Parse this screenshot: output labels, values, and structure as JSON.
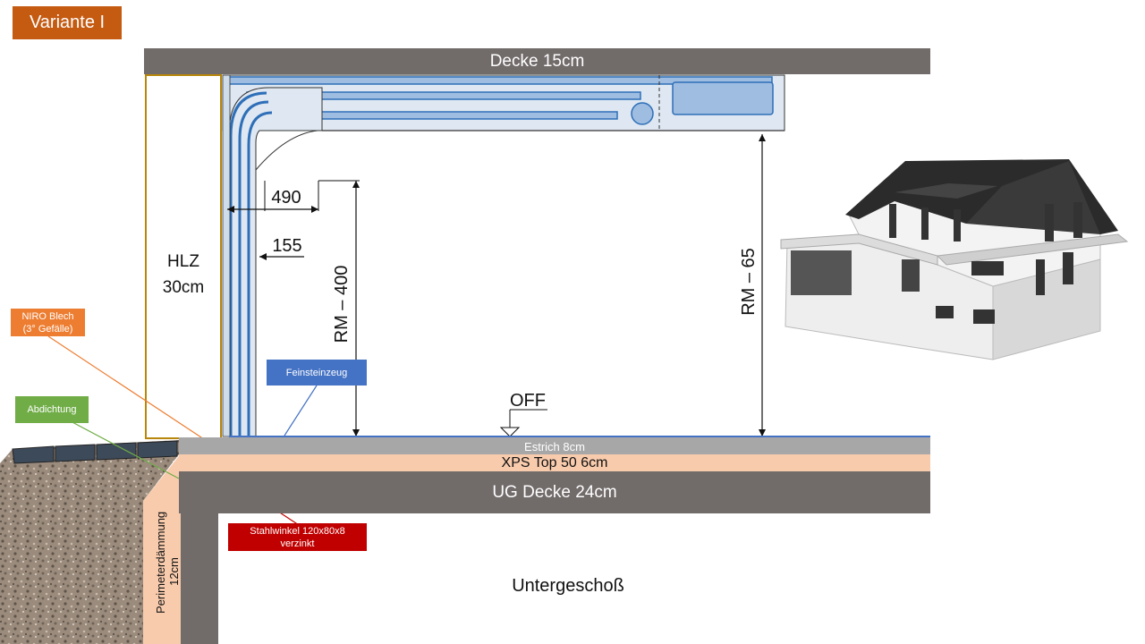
{
  "variant_label": "Variante I",
  "ceiling_label": "Decke 15cm",
  "wall": {
    "line1": "HLZ",
    "line2": "30cm"
  },
  "door_dims": {
    "d490": "490",
    "d155": "155",
    "rm400": "RM – 400",
    "rm65": "RM – 65",
    "off": "OFF"
  },
  "floor_layers": {
    "estrich": "Estrich 8cm",
    "xps": "XPS Top 50 6cm",
    "ug_decke": "UG Decke 24cm"
  },
  "perimeter": {
    "line1": "Perimeterdämmung",
    "line2": "12cm"
  },
  "basement_label": "Untergeschoß",
  "callouts": {
    "niro_line1": "NIRO Blech",
    "niro_line2": "(3° Gefälle)",
    "abdichtung": "Abdichtung",
    "feinsteinzeug": "Feinsteinzeug",
    "stahl_line1": "Stahlwinkel 120x80x8",
    "stahl_line2": "verzinkt"
  },
  "colors": {
    "concrete": "#716b6a",
    "variant_bg": "#c55a11",
    "xps": "#f8cbad",
    "estrich": "#a8a7a7",
    "door_blue": "#2e6fb8",
    "hlz_outline": "#b8860b",
    "niro": "#ed7d31",
    "abdichtung": "#70ad47",
    "feinsteinzeug": "#4472c4",
    "stahlwinkel": "#c00000"
  }
}
